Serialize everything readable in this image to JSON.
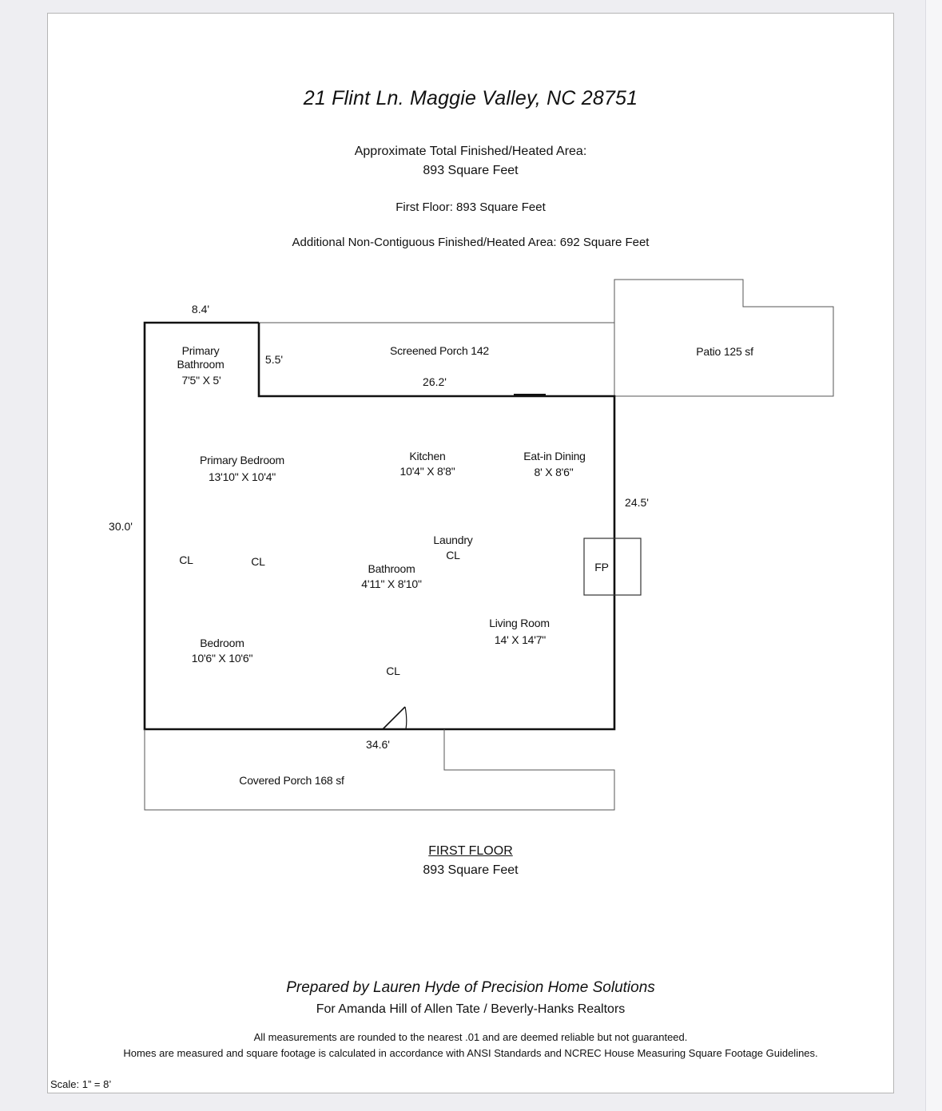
{
  "header": {
    "address": "21 Flint Ln. Maggie Valley, NC 28751",
    "total_area_label": "Approximate Total Finished/Heated Area:",
    "total_area_value": "893 Square Feet",
    "first_floor": "First Floor: 893 Square Feet",
    "additional_area": "Additional Non-Contiguous Finished/Heated Area: 692 Square Feet"
  },
  "dimensions": {
    "top_left": "8.4'",
    "bath_side": "5.5'",
    "porch_width": "26.2'",
    "right_side": "24.5'",
    "left_side": "30.0'",
    "bottom": "34.6'"
  },
  "rooms": {
    "primary_bathroom": {
      "name_line1": "Primary",
      "name_line2": "Bathroom",
      "size": "7'5\" X 5'"
    },
    "screened_porch": {
      "name": "Screened Porch 142"
    },
    "patio": {
      "name": "Patio 125 sf"
    },
    "primary_bedroom": {
      "name": "Primary Bedroom",
      "size": "13'10\" X 10'4\""
    },
    "kitchen": {
      "name": "Kitchen",
      "size": "10'4\" X 8'8\""
    },
    "eat_in_dining": {
      "name": "Eat-in Dining",
      "size": "8' X 8'6\""
    },
    "laundry": {
      "name": "Laundry",
      "closet": "CL"
    },
    "bathroom": {
      "name": "Bathroom",
      "size": "4'11\" X 8'10\""
    },
    "fireplace": {
      "label": "FP"
    },
    "closet_1": "CL",
    "closet_2": "CL",
    "closet_3": "CL",
    "living_room": {
      "name": "Living Room",
      "size": "14' X 14'7\""
    },
    "bedroom": {
      "name": "Bedroom",
      "size": "10'6\" X 10'6\""
    },
    "covered_porch": {
      "name": "Covered Porch 168 sf"
    }
  },
  "floor_label": {
    "title": "FIRST FLOOR",
    "area": "893 Square Feet"
  },
  "footer": {
    "prepared_by": "Prepared by Lauren Hyde of Precision Home Solutions",
    "prepared_for": "For Amanda Hill of Allen Tate / Beverly-Hanks Realtors",
    "disclaimer1": "All measurements are rounded to the nearest .01 and are deemed reliable but not guaranteed.",
    "disclaimer2": "Homes are measured and square footage is calculated in accordance with ANSI Standards and NCREC House Measuring Square Footage Guidelines.",
    "scale": "Scale: 1” = 8’"
  },
  "colors": {
    "line": "#111111",
    "thin_line": "#444444",
    "background": "#eeeef2",
    "sheet": "#ffffff"
  }
}
